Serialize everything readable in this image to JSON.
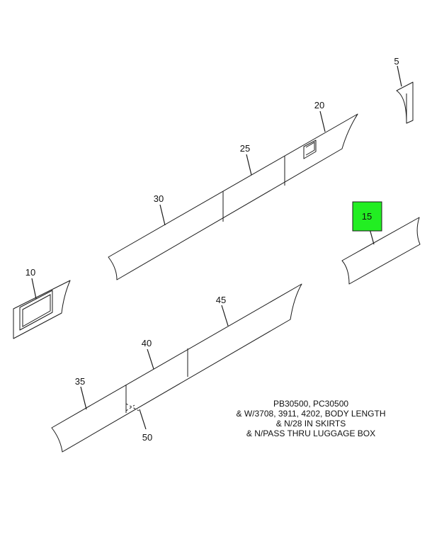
{
  "callouts": {
    "c5": "5",
    "c10": "10",
    "c15": "15",
    "c20": "20",
    "c25": "25",
    "c30": "30",
    "c35": "35",
    "c40": "40",
    "c45": "45",
    "c50": "50"
  },
  "highlight_color": "#22ee22",
  "note_lines": [
    "PB30500, PC30500",
    "& W/3708, 3911, 4202, BODY LENGTH",
    "& N/28 IN SKIRTS",
    "& N/PASS THRU LUGGAGE BOX"
  ]
}
